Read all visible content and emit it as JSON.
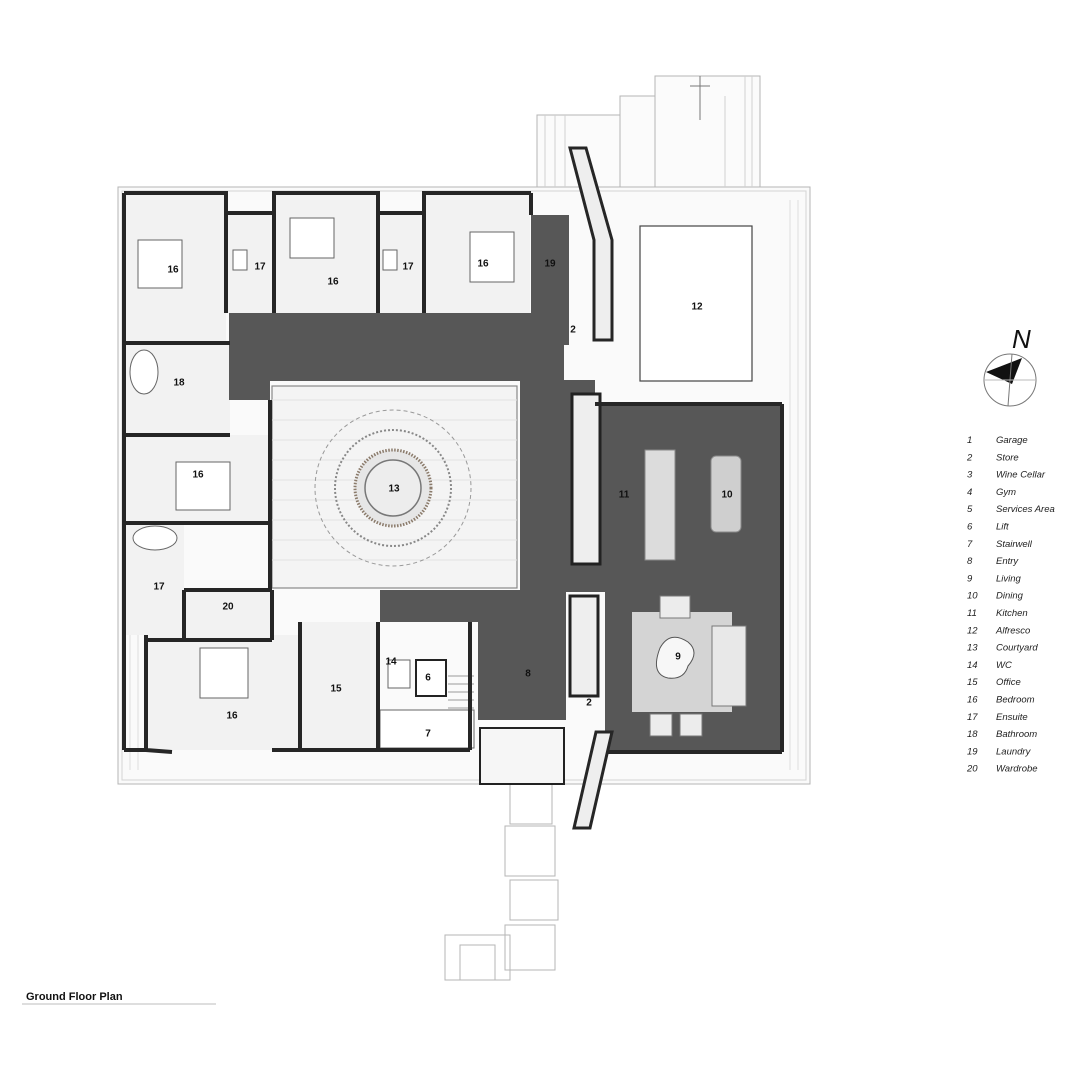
{
  "title": "Ground Floor Plan",
  "north_label": "N",
  "legend": [
    {
      "num": "1",
      "name": "Garage"
    },
    {
      "num": "2",
      "name": "Store"
    },
    {
      "num": "3",
      "name": "Wine Cellar"
    },
    {
      "num": "4",
      "name": "Gym"
    },
    {
      "num": "5",
      "name": "Services Area"
    },
    {
      "num": "6",
      "name": "Lift"
    },
    {
      "num": "7",
      "name": "Stairwell"
    },
    {
      "num": "8",
      "name": "Entry"
    },
    {
      "num": "9",
      "name": "Living"
    },
    {
      "num": "10",
      "name": "Dining"
    },
    {
      "num": "11",
      "name": "Kitchen"
    },
    {
      "num": "12",
      "name": "Alfresco"
    },
    {
      "num": "13",
      "name": "Courtyard"
    },
    {
      "num": "14",
      "name": "WC"
    },
    {
      "num": "15",
      "name": "Office"
    },
    {
      "num": "16",
      "name": "Bedroom"
    },
    {
      "num": "17",
      "name": "Ensuite"
    },
    {
      "num": "18",
      "name": "Bathroom"
    },
    {
      "num": "19",
      "name": "Laundry"
    },
    {
      "num": "20",
      "name": "Wardrobe"
    }
  ],
  "room_labels": {
    "bedroom_nw": "16",
    "ensuite_nw": "17",
    "bedroom_n_mid": "16",
    "ensuite_n_mid": "17",
    "bedroom_ne": "16",
    "laundry": "19",
    "store_n": "2",
    "alfresco": "12",
    "bathroom_w": "18",
    "bedroom_w": "16",
    "courtyard": "13",
    "kitchen": "11",
    "dining": "10",
    "ensuite_sw": "17",
    "wardrobe": "20",
    "bedroom_sw": "16",
    "office": "15",
    "wc": "14",
    "lift": "6",
    "stairwell": "7",
    "entry": "8",
    "living": "9",
    "store_s": "2"
  },
  "colors": {
    "wall": "#2b2b2b",
    "circulation": "#575757",
    "floor_tint": "#f1f1f1",
    "furniture": "#d2d2d2",
    "line": "#9a9a9a"
  }
}
